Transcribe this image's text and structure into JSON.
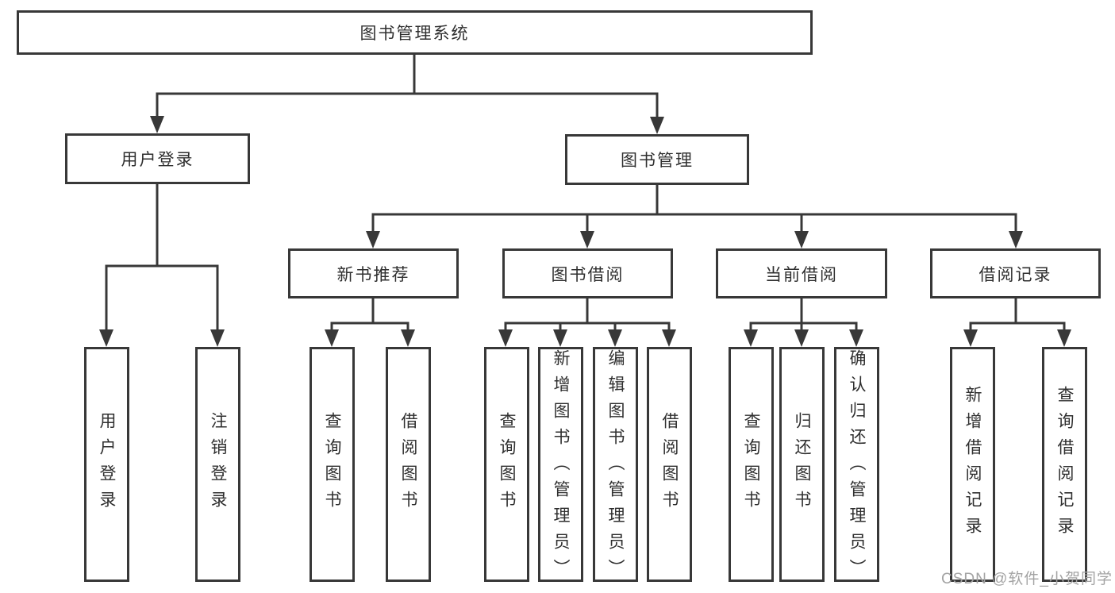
{
  "diagram": {
    "title_node": "图书管理系统",
    "level2": {
      "user_login": "用户登录",
      "book_management": "图书管理"
    },
    "level3": {
      "new_book_recommend": "新书推荐",
      "book_borrow": "图书借阅",
      "current_borrow": "当前借阅",
      "borrow_record": "借阅记录"
    },
    "leaves": {
      "user_login": "用户登录",
      "logout": "注销登录",
      "nb_query_book": "查询图书",
      "nb_borrow_book": "借阅图书",
      "bb_query_book": "查询图书",
      "bb_add_book_admin": "新增图书（管理员）",
      "bb_edit_book_admin": "编辑图书（管理员）",
      "bb_borrow_book": "借阅图书",
      "cb_query_book": "查询图书",
      "cb_return_book": "归还图书",
      "cb_confirm_return_admin": "确认归还（管理员）",
      "br_add_record": "新增借阅记录",
      "br_query_record": "查询借阅记录"
    },
    "watermark": "CSDN @软件_小贺同学",
    "colors": {
      "line": "#383838",
      "text": "#2f2f2f",
      "box_fill": "#ffffff",
      "watermark": "#a3a3a3",
      "background": "#ffffff"
    }
  }
}
